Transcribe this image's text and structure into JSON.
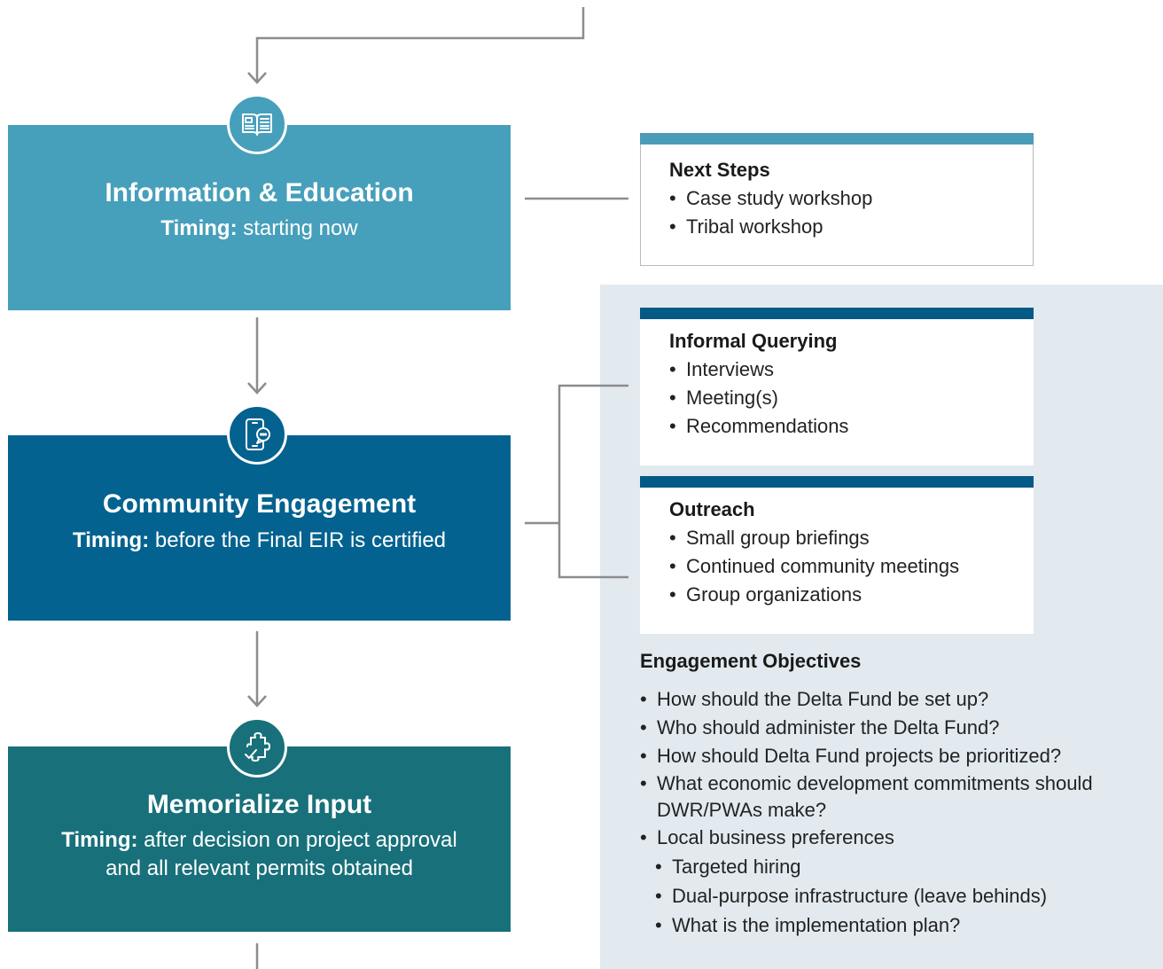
{
  "stages": [
    {
      "title": "Information & Education",
      "timing_label": "Timing:",
      "timing_text": "starting now",
      "color": "#469fbb",
      "icon": "book-icon"
    },
    {
      "title": "Community Engagement",
      "timing_label": "Timing:",
      "timing_text": "before the Final EIR is certified",
      "color": "#03628f",
      "icon": "phone-chat-icon"
    },
    {
      "title": "Memorialize Input",
      "timing_label": "Timing:",
      "timing_text_line1": "after decision on project approval",
      "timing_text_line2": "and all relevant permits obtained",
      "color": "#18707a",
      "icon": "puzzle-piece-icon"
    }
  ],
  "cards": {
    "next_steps": {
      "title": "Next Steps",
      "bar_color": "#4a9cb8",
      "items": [
        "Case study workshop",
        "Tribal workshop"
      ]
    },
    "informal_querying": {
      "title": "Informal Querying",
      "bar_color": "#045a87",
      "items": [
        "Interviews",
        "Meeting(s)",
        "Recommendations"
      ]
    },
    "outreach": {
      "title": "Outreach",
      "bar_color": "#045a87",
      "items": [
        "Small group briefings",
        "Continued community meetings",
        "Group organizations"
      ]
    }
  },
  "objectives": {
    "title": "Engagement Objectives",
    "items": [
      "How should the Delta Fund be set up?",
      "Who should administer the Delta Fund?",
      "How should Delta Fund projects be prioritized?",
      "What economic development commitments should DWR/PWAs make?",
      "Local business preferences"
    ],
    "sub_items": [
      "Targeted hiring",
      "Dual-purpose infrastructure (leave behinds)",
      "What is the implementation plan?"
    ]
  },
  "colors": {
    "connector": "#8c8c8c",
    "panel": "#e2eaf0"
  }
}
